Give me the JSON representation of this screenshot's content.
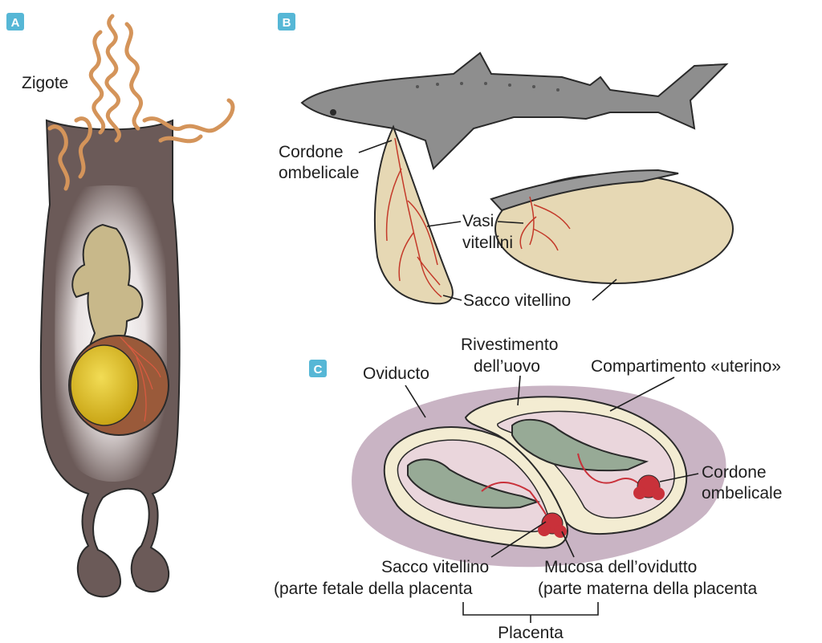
{
  "panels": {
    "a": {
      "badge": "A",
      "zygote_label": "Zigote"
    },
    "b": {
      "badge": "B",
      "umbilical_cord": [
        "Cordone",
        "ombelicale"
      ],
      "vitelline_vessels": [
        "Vasi",
        "vitellini"
      ],
      "yolk_sac": "Sacco vitellino"
    },
    "c": {
      "badge": "C",
      "egg_covering": [
        "Rivestimento",
        "dell’uovo"
      ],
      "oviduct": "Oviducto",
      "uterine_compartment": "Compartimento «uterino»",
      "umbilical_cord": [
        "Cordone",
        "ombelicale"
      ],
      "yolk_sac": [
        "Sacco vitellino",
        "(parte fetale della placenta"
      ],
      "oviduct_mucosa": [
        "Mucosa dell’ovidutto",
        "(parte materna della placenta"
      ],
      "placenta": "Placenta"
    }
  },
  "colors": {
    "badge": "#56b7d6",
    "eggcase": "#6b5a58",
    "tendril": "#d4945a",
    "embryo": "#c8b88a",
    "yolk": "#e8cc2a",
    "shark": "#8e8e8e",
    "yolksac": "#e6d8b4",
    "vessel": "#c43a2a",
    "oviduct": "#c9b4c4",
    "pink": "#ead6dc",
    "cream": "#f3ecd2",
    "green_embryo": "#97aa96",
    "placenta": "#c9313a"
  }
}
